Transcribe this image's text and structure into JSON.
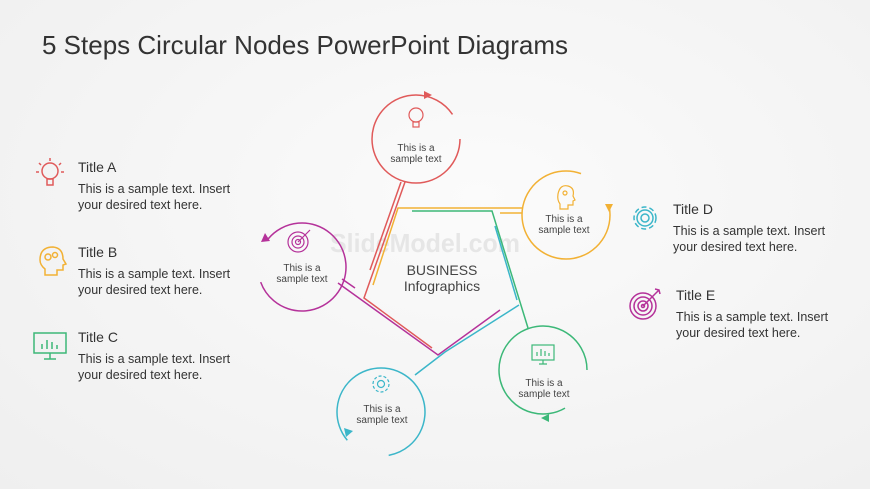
{
  "title": "5 Steps Circular Nodes PowerPoint Diagrams",
  "left_items": [
    {
      "title": "Title A",
      "text1": "This is a sample text. Insert",
      "text2": "your desired text here.",
      "icon": "lightbulb-icon",
      "color": "#e05a5a"
    },
    {
      "title": "Title B",
      "text1": "This is a sample text. Insert",
      "text2": "your desired text here.",
      "icon": "head-gears-icon",
      "color": "#f2b134"
    },
    {
      "title": "Title C",
      "text1": "This is a sample text. Insert",
      "text2": "your desired text here.",
      "icon": "monitor-chart-icon",
      "color": "#3cb878"
    }
  ],
  "right_items": [
    {
      "title": "Title D",
      "text1": "This is a sample text. Insert",
      "text2": "your desired text here.",
      "icon": "gear-icon",
      "color": "#3bb6c9"
    },
    {
      "title": "Title E",
      "text1": "This is a sample text. Insert",
      "text2": "your desired text here.",
      "icon": "target-icon",
      "color": "#b5329a"
    }
  ],
  "center": {
    "line1": "BUSINESS",
    "line2": "Infographics"
  },
  "nodes": [
    {
      "line1": "This is a",
      "line2": "sample text",
      "color": "#e05a5a"
    },
    {
      "line1": "This is a",
      "line2": "sample text",
      "color": "#f2b134"
    },
    {
      "line1": "This is a",
      "line2": "sample text",
      "color": "#3cb878"
    },
    {
      "line1": "This is a",
      "line2": "sample text",
      "color": "#3bb6c9"
    },
    {
      "line1": "This is a",
      "line2": "sample text",
      "color": "#b5329a"
    }
  ],
  "watermark": "SlideModel.com"
}
